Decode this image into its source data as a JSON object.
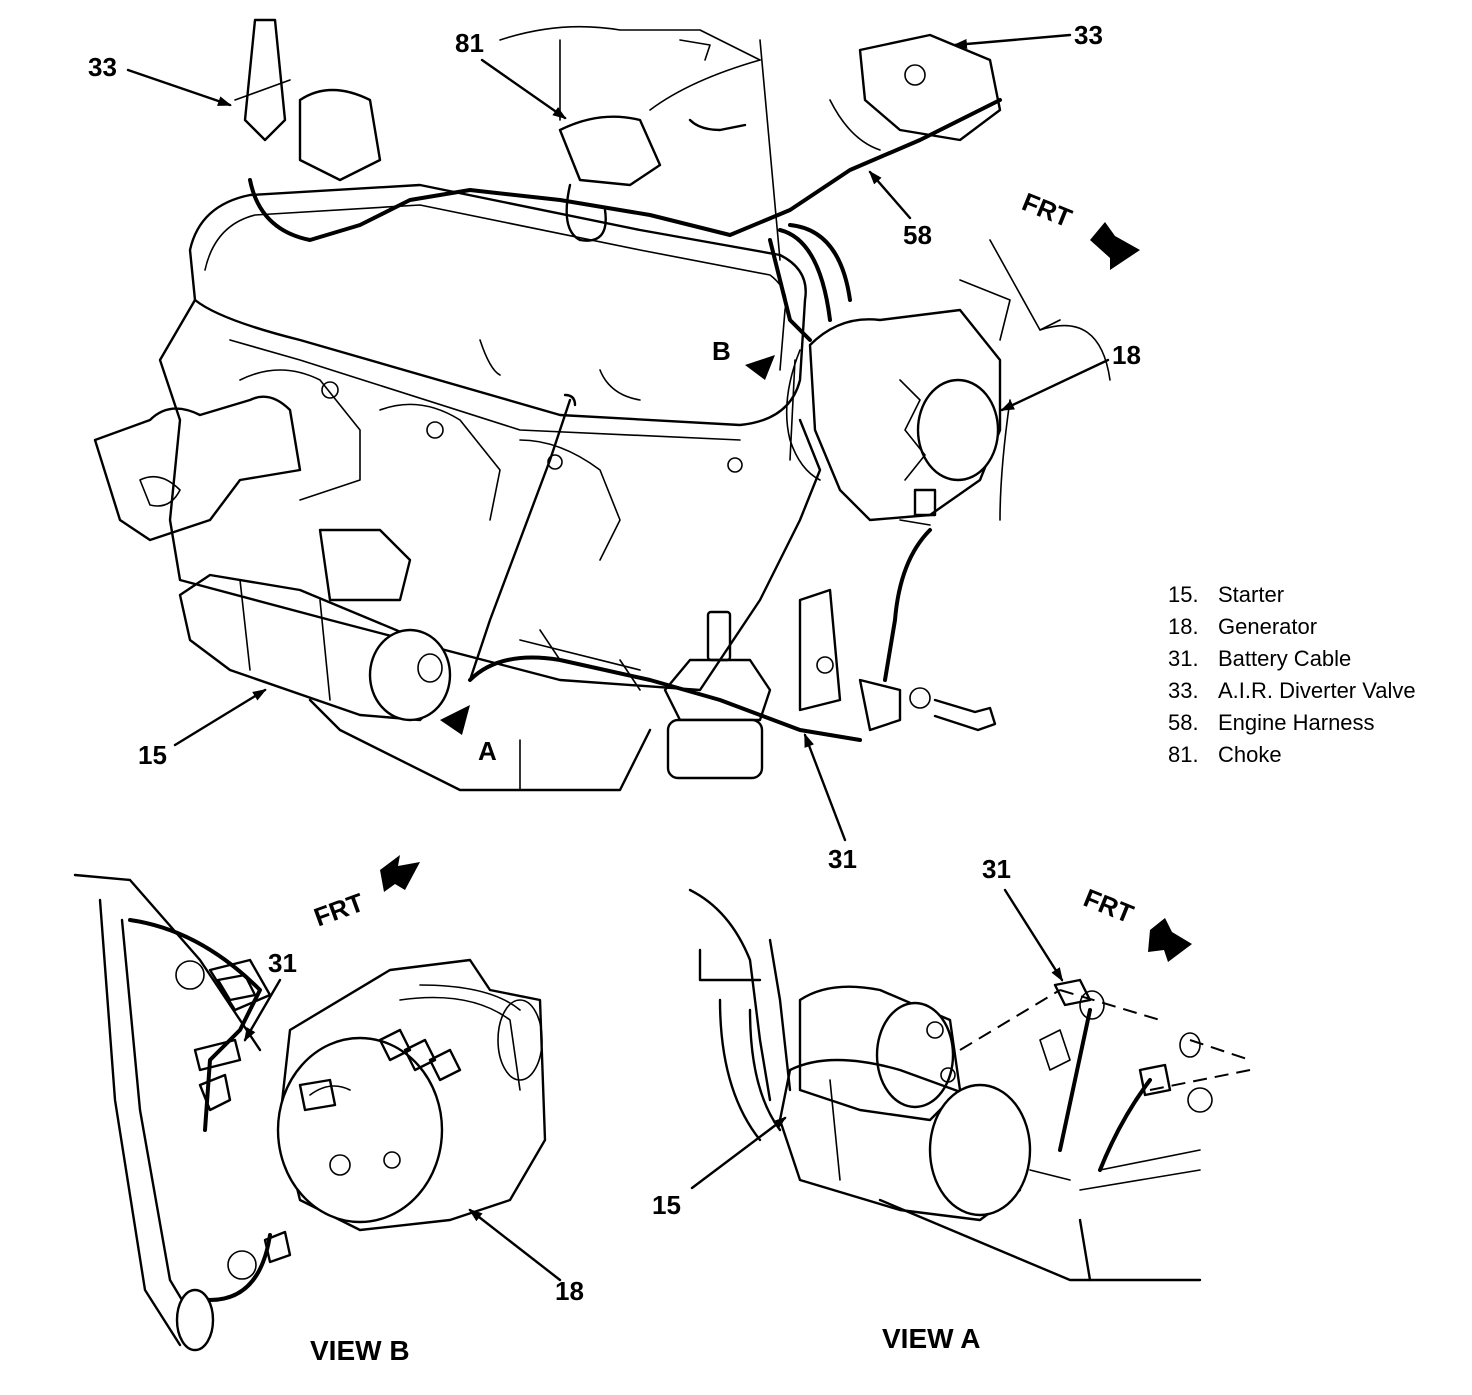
{
  "main_view": {
    "callouts": {
      "c33_left": "33",
      "c81": "81",
      "c33_right": "33",
      "c58": "58",
      "c18": "18",
      "c15": "15",
      "c31": "31"
    },
    "front_label": "FRT",
    "view_marker_a": "A",
    "view_marker_b": "B"
  },
  "legend": {
    "items": [
      {
        "num": "15.",
        "label": "Starter"
      },
      {
        "num": "18.",
        "label": "Generator"
      },
      {
        "num": "31.",
        "label": "Battery Cable"
      },
      {
        "num": "33.",
        "label": "A.I.R. Diverter Valve"
      },
      {
        "num": "58.",
        "label": "Engine Harness"
      },
      {
        "num": "81.",
        "label": "Choke"
      }
    ]
  },
  "view_b": {
    "title": "VIEW B",
    "front_label": "FRT",
    "callouts": {
      "c31": "31",
      "c18": "18"
    }
  },
  "view_a": {
    "title": "VIEW A",
    "front_label": "FRT",
    "callouts": {
      "c31": "31",
      "c15": "15"
    }
  },
  "icons": [
    "arrow-icon",
    "front-direction-arrow-icon"
  ]
}
